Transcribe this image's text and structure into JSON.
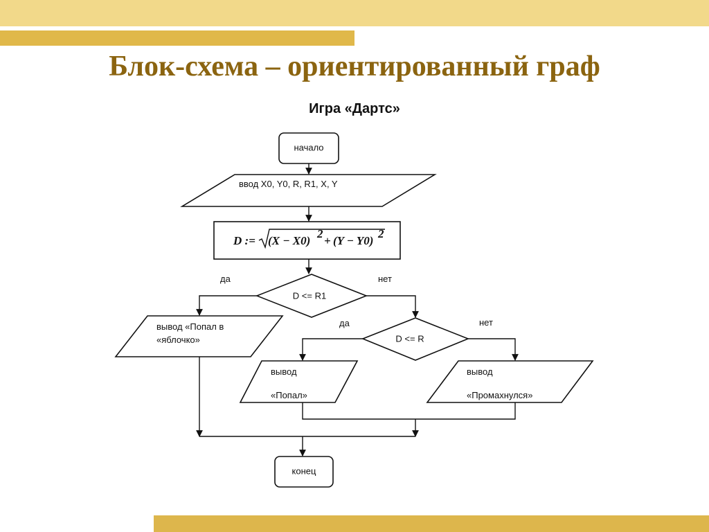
{
  "slide": {
    "title": "Блок-схема – ориентированный граф",
    "subtitle": "Игра «Дартс»"
  },
  "colors": {
    "title": "#8b6410",
    "band_light": "#f2d98a",
    "band_dark": "#e0b84a"
  },
  "flowchart": {
    "start": "начало",
    "input": "ввод X0, Y0, R, R1, X, Y",
    "formula": {
      "lhs": "D :=",
      "term1": "(X − X0)",
      "plus": "+",
      "term2": "(Y − Y0)",
      "exp": "2"
    },
    "decision1": {
      "label": "D <= R1",
      "yes": "да",
      "no": "нет"
    },
    "decision2": {
      "label": "D <= R",
      "yes": "да",
      "no": "нет"
    },
    "output_bullseye": {
      "line1": "вывод «Попал в",
      "line2": "«яблочко»"
    },
    "output_hit": {
      "line1": "вывод",
      "line2": "«Попал»"
    },
    "output_miss": {
      "line1": "вывод",
      "line2": "«Промахнулся»"
    },
    "end": "конец"
  }
}
